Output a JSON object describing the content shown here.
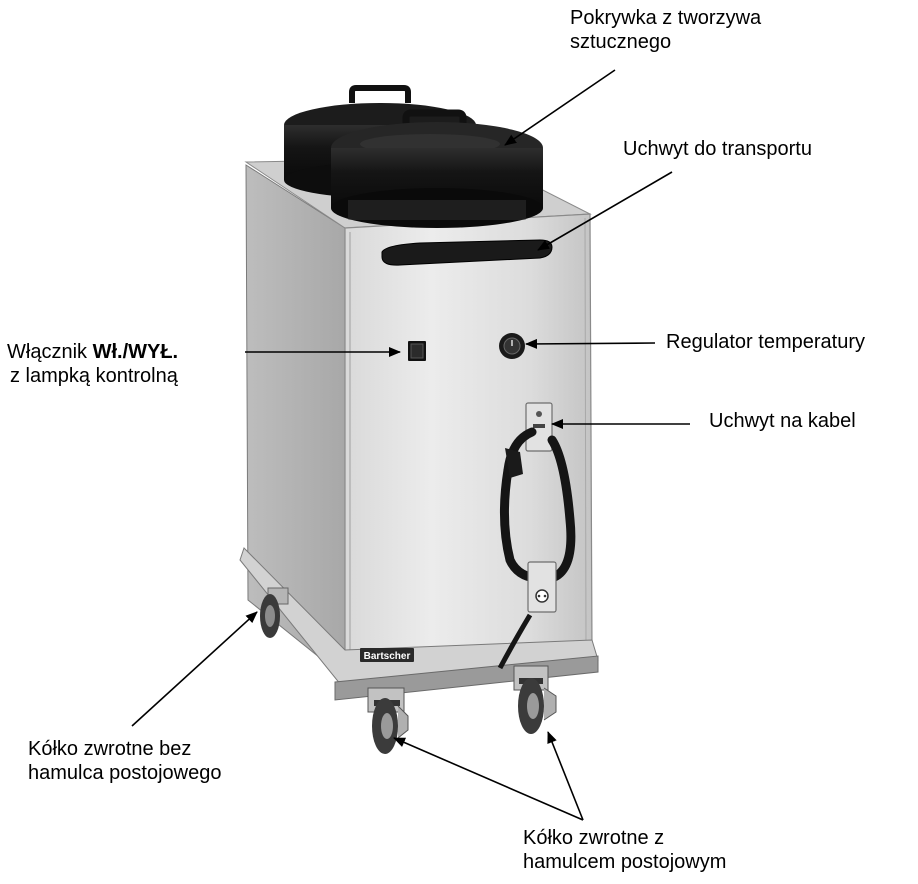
{
  "brand": "Bartscher",
  "labels": {
    "lid": {
      "line1": "Pokrywka z  tworzywa",
      "line2": "sztucznego"
    },
    "handle": {
      "line1": "Uchwyt do transportu"
    },
    "switch": {
      "prefix": "Włącznik ",
      "bold": "Wł./WYŁ.",
      "line2": "z lampką kontrolną"
    },
    "thermostat": {
      "line1": "Regulator temperatury"
    },
    "cable_holder": {
      "line1": "Uchwyt na kabel"
    },
    "caster_no_brake": {
      "line1": "Kółko zwrotne bez",
      "line2": "hamulca postojowego"
    },
    "caster_brake": {
      "line1": "Kółko zwrotne z",
      "line2": "hamulcem postojowym"
    }
  },
  "colors": {
    "steel_light": "#e6e6e6",
    "steel_mid": "#bcbcbc",
    "steel_dark": "#8a8a8a",
    "lid": "#1a1a1a",
    "arrow": "#000000"
  }
}
